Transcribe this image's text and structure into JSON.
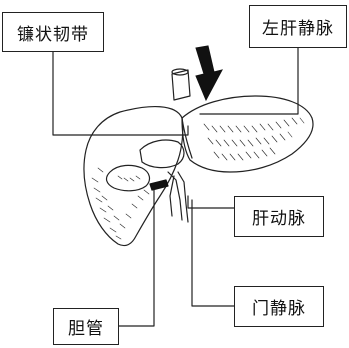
{
  "labels": {
    "falciform_ligament": "镰状韧带",
    "left_hepatic_vein": "左肝静脉",
    "hepatic_artery": "肝动脉",
    "portal_vein": "门静脉",
    "bile_duct": "胆管"
  },
  "colors": {
    "line": "#222222",
    "arrow": "#111111",
    "background": "#ffffff"
  },
  "icons": {
    "arrow": "down-arrow-icon"
  }
}
